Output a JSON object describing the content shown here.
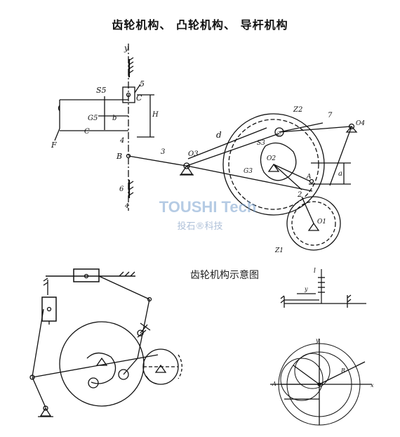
{
  "title": "齿轮机构、  凸轮机构、  导杆机构",
  "caption": "齿轮机构示意图",
  "watermark": {
    "brand": "TOUSHI Tech",
    "sub": "投石®科技"
  },
  "labels": {
    "y": "y",
    "s5": "S5",
    "n5": "5",
    "c": "C",
    "h": "H",
    "g5": "G5",
    "b": "b",
    "c_dim": "C",
    "f": "F",
    "n4": "4",
    "B": "B",
    "n3": "3",
    "n6": "6",
    "n4b": "4",
    "d": "d",
    "o3": "O3",
    "s3": "S3",
    "g3": "G3",
    "o2": "O2",
    "z2": "Z2",
    "n7": "7",
    "o4": "O4",
    "a": "a",
    "A": "A",
    "n2": "2",
    "o1": "O1",
    "z1": "Z1",
    "br_l": "l",
    "br_y": "y",
    "br_A": "A",
    "br_R": "R",
    "br_x": "x",
    "br_y2": "y"
  }
}
